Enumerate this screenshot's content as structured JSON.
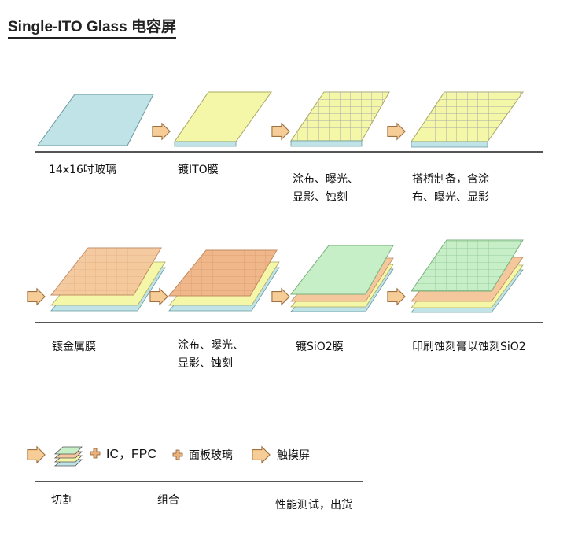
{
  "title": "Single-ITO Glass 电容屏",
  "row1": {
    "steps": [
      {
        "label": "14x16吋玻璃"
      },
      {
        "label": "镀ITO膜"
      },
      {
        "label_line1": "涂布、曝光、",
        "label_line2": "显影、蚀刻"
      },
      {
        "label_line1": "搭桥制备，含涂",
        "label_line2": "布、曝光、显影"
      }
    ]
  },
  "row2": {
    "steps": [
      {
        "label": "镀金属膜"
      },
      {
        "label_line1": "涂布、曝光、",
        "label_line2": "显影、蚀刻"
      },
      {
        "label": "镀SiO2膜"
      },
      {
        "label": "印刷蚀刻膏以蚀刻SiO2"
      }
    ]
  },
  "row3": {
    "ic_fpc": "IC，FPC",
    "panel": "面板玻璃",
    "product": "触摸屏",
    "steps": [
      {
        "label": "切割"
      },
      {
        "label": "组合"
      },
      {
        "label": "性能测试，出货"
      }
    ]
  },
  "colors": {
    "glass": "#bfe3e6",
    "ito": "#f5f7a8",
    "metal": "#f4c89c",
    "sio2": "#c6efc8",
    "arrow": "#f6cc97",
    "grid_line": "#b0b0b0"
  }
}
